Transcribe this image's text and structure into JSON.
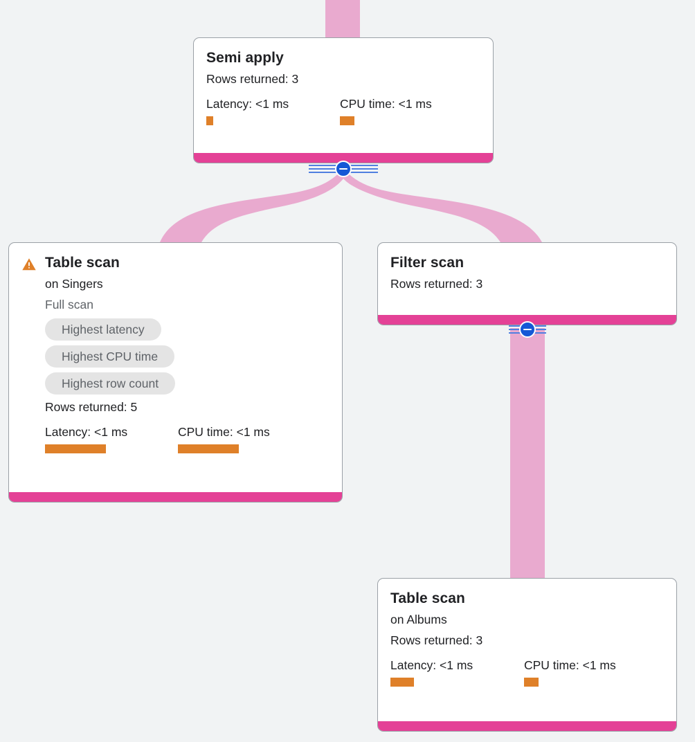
{
  "theme": {
    "background": "#f1f3f4",
    "card_background": "#ffffff",
    "card_border": "#9aa0a6",
    "accent_pink": "#e44196",
    "edge_pink": "#e9aacf",
    "metric_orange": "#df8029",
    "chip_background": "#e4e4e4",
    "chip_text": "#5f6368",
    "toggle_blue": "#1558d6",
    "warning_orange": "#df8029",
    "text_primary": "#202124",
    "text_muted": "#5f6368"
  },
  "graph": {
    "title": "query-execution-plan",
    "nodes": [
      {
        "id": "semi-apply",
        "title": "Semi apply",
        "rows_returned": "Rows returned: 3",
        "latency_label": "Latency: <1 ms",
        "cpu_label": "CPU time: <1 ms",
        "latency_bar_width": 10,
        "cpu_bar_width": 21,
        "has_warning": false
      },
      {
        "id": "table-scan-singers",
        "title": "Table scan",
        "subject": "on Singers",
        "scan_type": "Full scan",
        "chips": [
          "Highest latency",
          "Highest CPU time",
          "Highest row count"
        ],
        "rows_returned": "Rows returned: 5",
        "latency_label": "Latency: <1 ms",
        "cpu_label": "CPU time: <1 ms",
        "latency_bar_width": 88,
        "cpu_bar_width": 88,
        "has_warning": true,
        "warning_icon": "warning-triangle-icon"
      },
      {
        "id": "filter-scan",
        "title": "Filter scan",
        "rows_returned": "Rows returned: 3",
        "has_warning": false
      },
      {
        "id": "table-scan-albums",
        "title": "Table scan",
        "subject": "on Albums",
        "rows_returned": "Rows returned: 3",
        "latency_label": "Latency: <1 ms",
        "cpu_label": "CPU time: <1 ms",
        "latency_bar_width": 34,
        "cpu_bar_width": 21,
        "has_warning": false
      }
    ],
    "toggles": [
      {
        "id": "toggle-semi-apply",
        "icon": "minus-circle-icon",
        "state": "expanded"
      },
      {
        "id": "toggle-filter-scan",
        "icon": "minus-circle-icon",
        "state": "expanded"
      }
    ],
    "edges": [
      {
        "id": "edge-into-semi-apply",
        "from": "parent",
        "to": "semi-apply"
      },
      {
        "id": "edge-semi-apply-to-table-scan-singers",
        "from": "semi-apply",
        "to": "table-scan-singers"
      },
      {
        "id": "edge-semi-apply-to-filter-scan",
        "from": "semi-apply",
        "to": "filter-scan"
      },
      {
        "id": "edge-filter-scan-to-table-scan-albums",
        "from": "filter-scan",
        "to": "table-scan-albums"
      }
    ]
  }
}
